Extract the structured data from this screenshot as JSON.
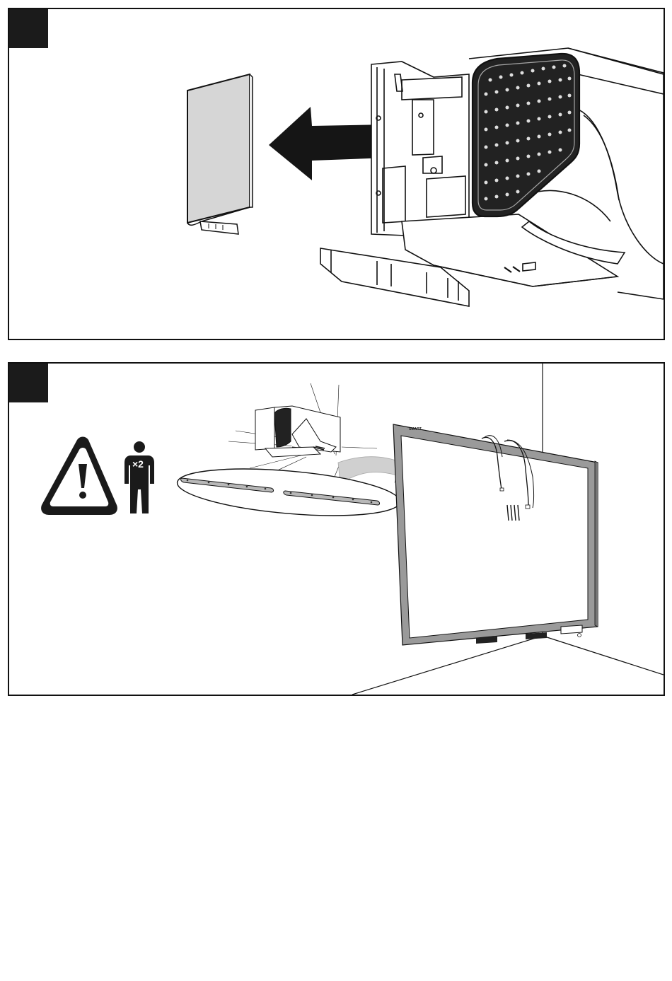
{
  "document": {
    "steps": [
      {
        "step_number": "",
        "illustration": "remove-projector-cover",
        "icons": [
          "filter-cover-icon",
          "arrow-left-icon",
          "projector-head-icon"
        ]
      },
      {
        "step_number": "",
        "illustration": "mount-projector-above-whiteboard",
        "icons": [
          "warning-triangle-icon",
          "two-person-lift-icon",
          "projector-icon",
          "mounting-rails-icon",
          "whiteboard-icon"
        ]
      }
    ],
    "two_person_label": "×2",
    "whiteboard_brand": "SMART"
  },
  "colors": {
    "ink": "#111111",
    "step_tab": "#1b1b1b",
    "cover_fill": "#d4d4d4",
    "arrow_fill": "#151515",
    "grille": "#1a1a1a",
    "board_frame": "#9a9a9a",
    "rail_fill": "#b8b8b8",
    "ghost_arrow": "#cfcfcf"
  }
}
